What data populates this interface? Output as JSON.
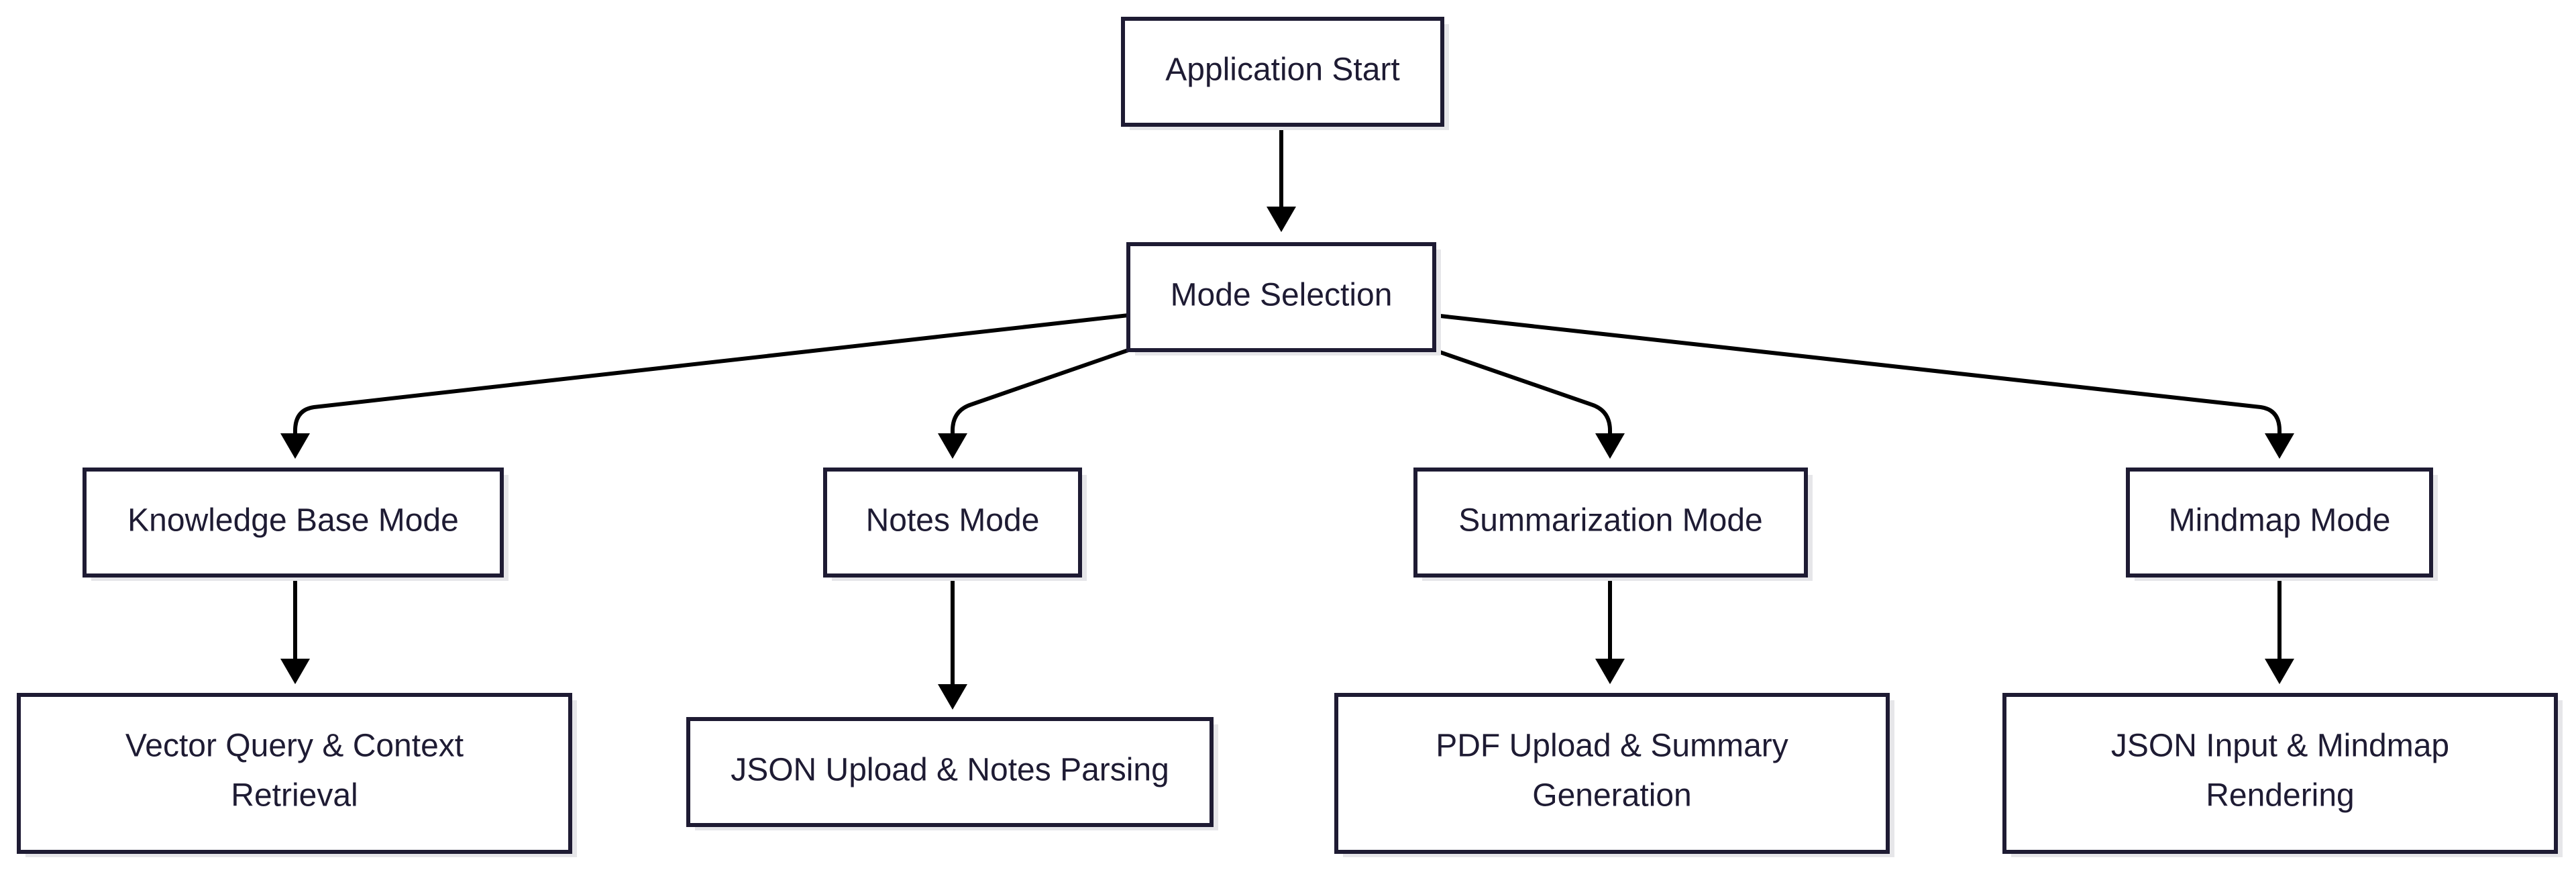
{
  "diagram": {
    "nodes": {
      "start": {
        "lines": [
          "Application Start"
        ]
      },
      "mode_selection": {
        "lines": [
          "Mode Selection"
        ]
      },
      "knowledge_base": {
        "lines": [
          "Knowledge Base Mode"
        ]
      },
      "notes": {
        "lines": [
          "Notes Mode"
        ]
      },
      "summarization": {
        "lines": [
          "Summarization Mode"
        ]
      },
      "mindmap": {
        "lines": [
          "Mindmap Mode"
        ]
      },
      "vector_query": {
        "lines": [
          "Vector Query & Context",
          "Retrieval"
        ]
      },
      "json_notes": {
        "lines": [
          "JSON Upload & Notes Parsing"
        ]
      },
      "pdf_summary": {
        "lines": [
          "PDF Upload & Summary",
          "Generation"
        ]
      },
      "json_mindmap": {
        "lines": [
          "JSON Input & Mindmap",
          "Rendering"
        ]
      }
    },
    "edges": [
      {
        "from": "start",
        "to": "mode_selection"
      },
      {
        "from": "mode_selection",
        "to": "knowledge_base"
      },
      {
        "from": "mode_selection",
        "to": "notes"
      },
      {
        "from": "mode_selection",
        "to": "summarization"
      },
      {
        "from": "mode_selection",
        "to": "mindmap"
      },
      {
        "from": "knowledge_base",
        "to": "vector_query"
      },
      {
        "from": "notes",
        "to": "json_notes"
      },
      {
        "from": "summarization",
        "to": "pdf_summary"
      },
      {
        "from": "mindmap",
        "to": "json_mindmap"
      }
    ],
    "colors": {
      "node_border": "#1e1b33",
      "node_fill": "#ffffff",
      "node_shadow": "#e6e6e9",
      "text": "#1e1b33",
      "edge": "#000000"
    }
  }
}
